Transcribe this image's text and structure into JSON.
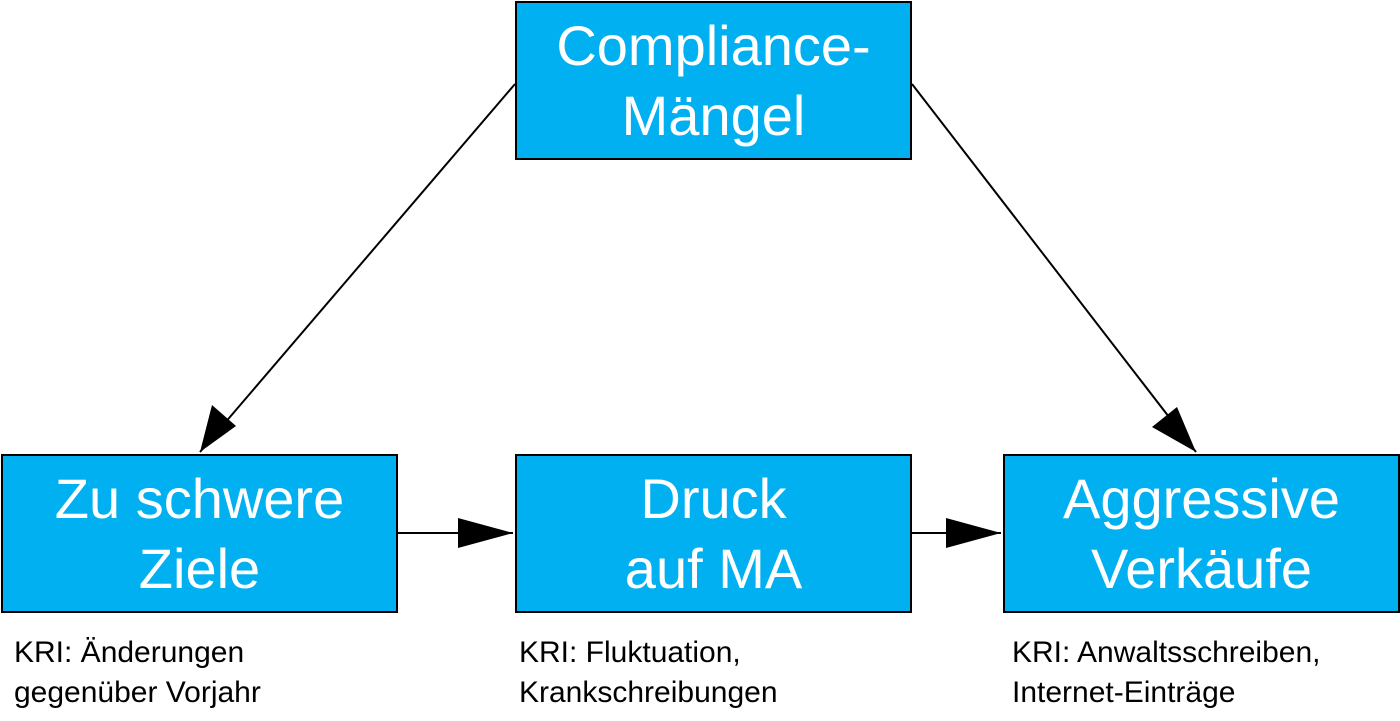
{
  "nodes": {
    "compliance": {
      "line1": "Compliance-",
      "line2": "Mängel"
    },
    "ziele": {
      "line1": "Zu schwere",
      "line2": "Ziele"
    },
    "druck": {
      "line1": "Druck",
      "line2": "auf MA"
    },
    "verkaeufe": {
      "line1": "Aggressive",
      "line2": "Verkäufe"
    }
  },
  "kri": {
    "ziele": {
      "line1": "KRI: Änderungen",
      "line2": "gegenüber Vorjahr"
    },
    "druck": {
      "line1": "KRI: Fluktuation,",
      "line2": "Krankschreibungen"
    },
    "verkaeufe": {
      "line1": "KRI: Anwaltsschreiben,",
      "line2": "Internet-Einträge"
    }
  },
  "colors": {
    "box_fill": "#00b0f0",
    "box_border": "#000000",
    "box_text": "#ffffff",
    "arrow": "#000000"
  }
}
